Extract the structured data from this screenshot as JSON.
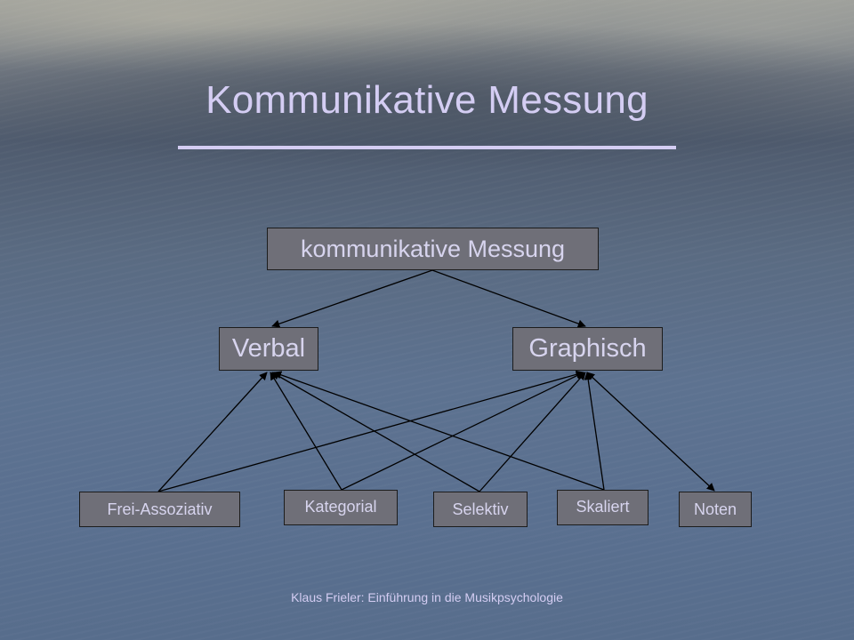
{
  "slide": {
    "title": "Kommunikative Messung",
    "footer": "Klaus Frieler: Einführung in die Musikpsychologie"
  },
  "diagram": {
    "root": "kommunikative Messung",
    "categories": [
      "Verbal",
      "Graphisch"
    ],
    "methods": [
      "Frei-Assoziativ",
      "Kategorial",
      "Selektiv",
      "Skaliert",
      "Noten"
    ],
    "edges": [
      [
        "kommunikative Messung",
        "Verbal"
      ],
      [
        "kommunikative Messung",
        "Graphisch"
      ],
      [
        "Frei-Assoziativ",
        "Verbal"
      ],
      [
        "Frei-Assoziativ",
        "Graphisch"
      ],
      [
        "Kategorial",
        "Verbal"
      ],
      [
        "Kategorial",
        "Graphisch"
      ],
      [
        "Selektiv",
        "Verbal"
      ],
      [
        "Selektiv",
        "Graphisch"
      ],
      [
        "Skaliert",
        "Verbal"
      ],
      [
        "Skaliert",
        "Graphisch"
      ],
      [
        "Graphisch",
        "Noten"
      ]
    ]
  },
  "colors": {
    "title": "#d4cdf3",
    "box_fill": "#6f6f78",
    "box_text": "#d7d4ee",
    "arrow": "#000000"
  }
}
